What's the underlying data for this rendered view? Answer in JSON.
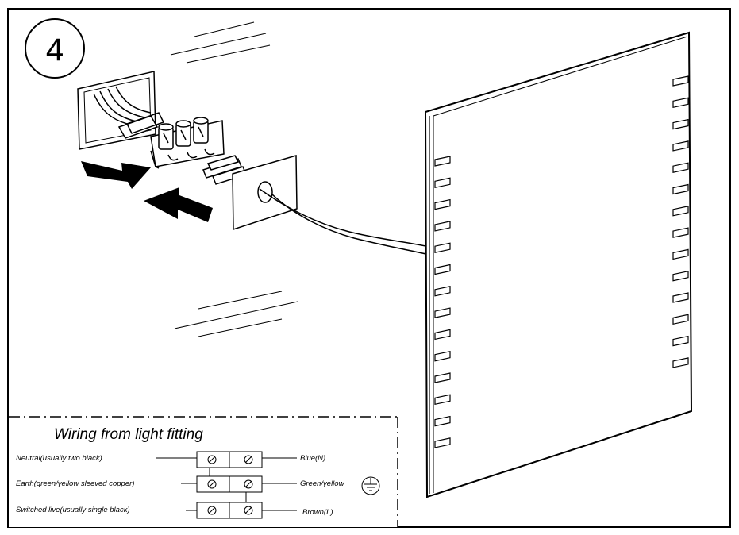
{
  "step_number": "4",
  "legend": {
    "title": "Wiring  from light fitting",
    "rows": [
      {
        "left": "Neutral(usually two black)",
        "right": "Blue(N)"
      },
      {
        "left": "Earth(green/yellow sleeved copper)",
        "right": "Green/yellow"
      },
      {
        "left": "Switched live(usually single black)",
        "right": "Brown(L)"
      }
    ]
  },
  "icons": [
    "earth-ground-icon",
    "screw-terminal-icon",
    "arrow-icon"
  ]
}
